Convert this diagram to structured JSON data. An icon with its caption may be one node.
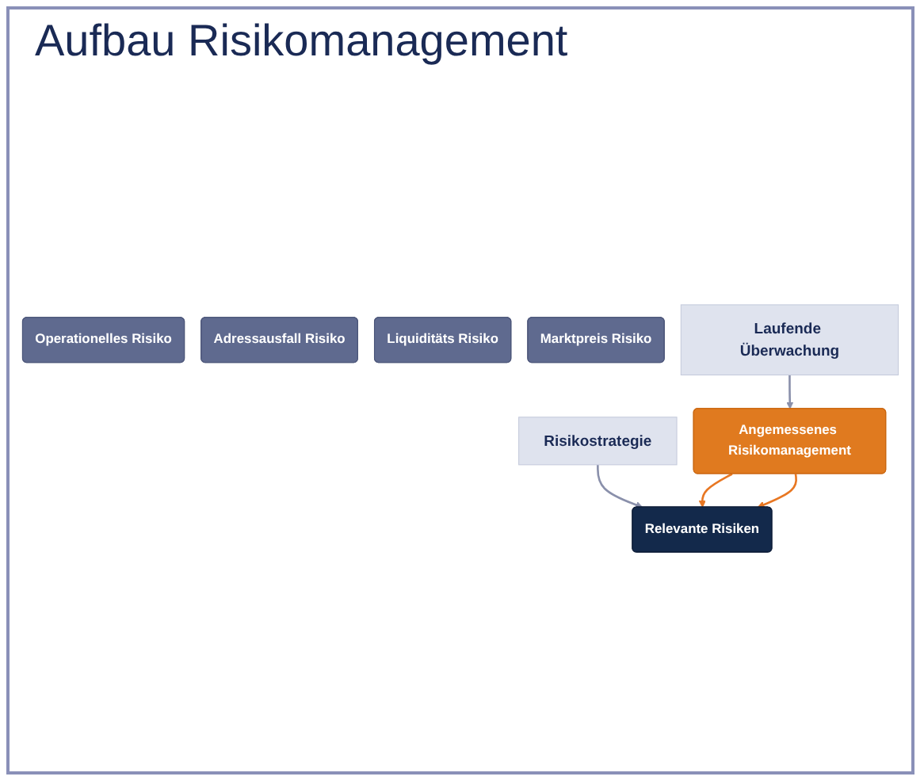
{
  "diagram": {
    "title": "Aufbau Risikomanagement",
    "nodes": [
      {
        "text": [
          "Operationelles Risiko"
        ]
      },
      {
        "text": [
          "Adressausfall Risiko"
        ]
      },
      {
        "text": [
          "Liquiditäts Risiko"
        ]
      },
      {
        "text": [
          "Marktpreis Risiko"
        ]
      },
      {
        "text": [
          "Risikostrategie"
        ]
      },
      {
        "text": [
          "Relevante Risiken"
        ]
      },
      {
        "text": [
          "Laufende Überwachung"
        ]
      },
      {
        "text": [
          "Angemessenes Risikomanagement"
        ]
      }
    ],
    "edges": [
      {
        "from": 4,
        "to": 5,
        "arrow": "to",
        "color": "#8a90ab"
      },
      {
        "from": 6,
        "to": 7,
        "arrow": "to",
        "color": "#8a90ab"
      },
      {
        "from": 7,
        "to": 5,
        "arrow": "to",
        "color": "#e87722"
      },
      {
        "from": 7,
        "to": 5,
        "arrow": "to",
        "color": "#e87722"
      }
    ]
  }
}
